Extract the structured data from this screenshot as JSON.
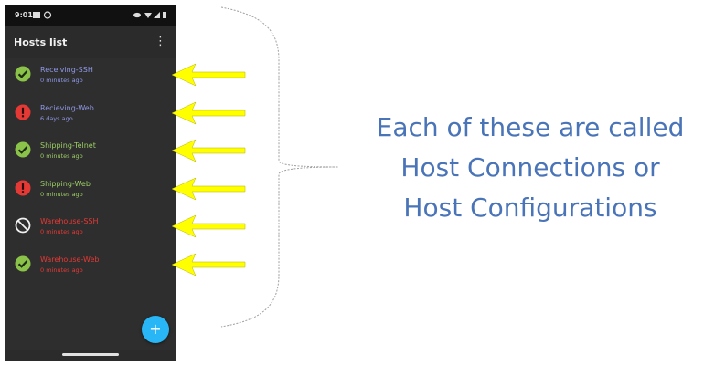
{
  "statusbar": {
    "time": "9:01"
  },
  "appbar": {
    "title": "Hosts list",
    "menu": "⋮"
  },
  "hosts": [
    {
      "name": "Receiving-SSH",
      "time": "0 minutes ago",
      "status": "success",
      "name_color": "#8f98e6",
      "time_color": "#8f98e6"
    },
    {
      "name": "Recieving-Web",
      "time": "6 days ago",
      "status": "error",
      "name_color": "#8f98e6",
      "time_color": "#8f98e6"
    },
    {
      "name": "Shipping-Telnet",
      "time": "0 minutes ago",
      "status": "success",
      "name_color": "#9ccc65",
      "time_color": "#9ccc65"
    },
    {
      "name": "Shipping-Web",
      "time": "0 minutes ago",
      "status": "error",
      "name_color": "#9ccc65",
      "time_color": "#9ccc65"
    },
    {
      "name": "Warehouse-SSH",
      "time": "0 minutes ago",
      "status": "disabled",
      "name_color": "#e53935",
      "time_color": "#e53935"
    },
    {
      "name": "Warehouse-Web",
      "time": "0 minutes ago",
      "status": "success",
      "name_color": "#e53935",
      "time_color": "#e53935"
    }
  ],
  "fab": {
    "label": "+"
  },
  "caption": {
    "line1": "Each of these are called",
    "line2": "Host Connections or",
    "line3": "Host Configurations"
  },
  "colors": {
    "success": "#8bc34a",
    "error": "#e53935",
    "arrow": "#ffff00",
    "caption": "#4a74b8"
  }
}
